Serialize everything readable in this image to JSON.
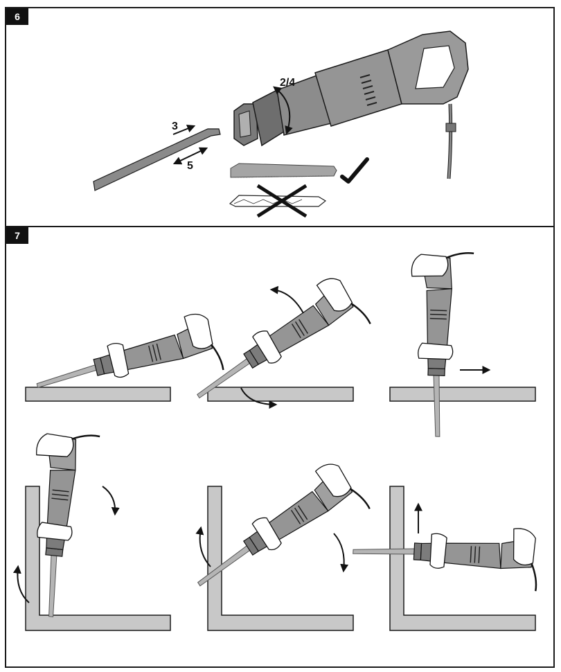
{
  "panels": [
    {
      "number": "6"
    },
    {
      "number": "7"
    }
  ],
  "callouts": {
    "lever_steps": "2/4",
    "insert_step": "3",
    "remove_step": "5"
  },
  "colors": {
    "tool_body": "#8f8f8f",
    "tool_dark": "#5a5a5a",
    "workpiece": "#c8c8c8",
    "blade": "#a8a8a8",
    "outline": "#1a1a1a"
  },
  "icons": [
    "check-mark-icon",
    "cross-mark-icon"
  ]
}
